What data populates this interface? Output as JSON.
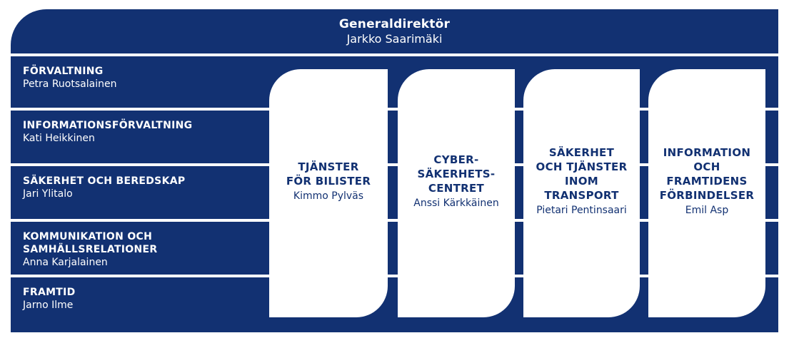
{
  "palette": {
    "navy": "#123172",
    "white": "#ffffff"
  },
  "header": {
    "title": "Generaldirektör",
    "name": "Jarkko Saarimäki"
  },
  "rows": [
    {
      "title": "FÖRVALTNING",
      "name": "Petra Ruotsalainen"
    },
    {
      "title": "INFORMATIONSFÖRVALTNING",
      "name": "Kati Heikkinen"
    },
    {
      "title": "SÄKERHET OCH BEREDSKAP",
      "name": "Jari Ylitalo"
    },
    {
      "title": "KOMMUNIKATION OCH\nSAMHÄLLSRELATIONER",
      "name": "Anna Karjalainen"
    },
    {
      "title": "FRAMTID",
      "name": "Jarno Ilme"
    }
  ],
  "columns": [
    {
      "title": "TJÄNSTER\nFÖR BILISTER",
      "name": "Kimmo Pylväs"
    },
    {
      "title": "CYBER-\nSÄKERHETS-\nCENTRET",
      "name": "Anssi Kärkkäinen"
    },
    {
      "title": "SÄKERHET\nOCH TJÄNSTER\nINOM\nTRANSPORT",
      "name": "Pietari Pentinsaari"
    },
    {
      "title": "INFORMATION\nOCH\nFRAMTIDENS\nFÖRBINDELSER",
      "name": "Emil Asp"
    }
  ]
}
